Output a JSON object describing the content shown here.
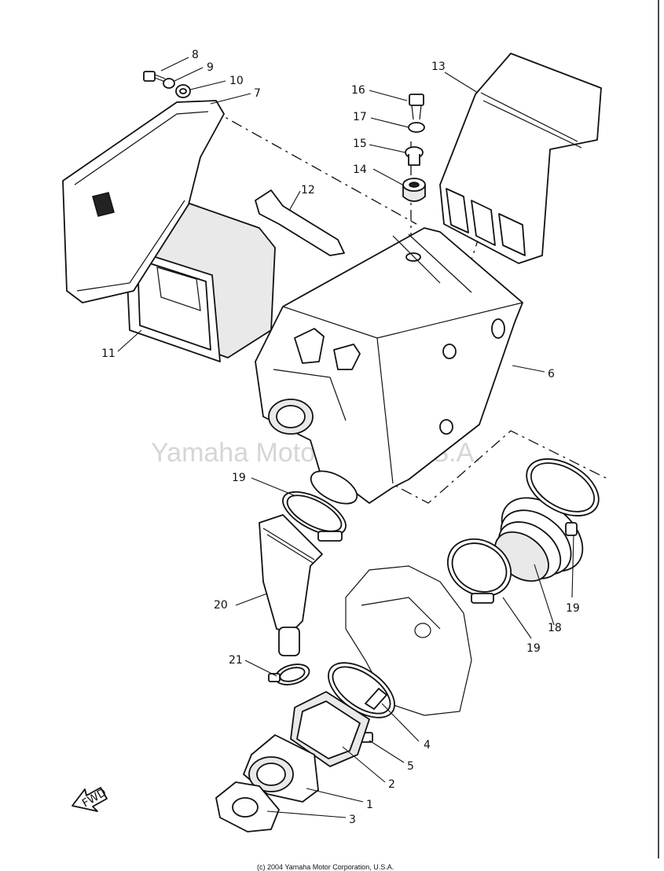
{
  "watermark": "Yamaha Motor Corp, U.S.A.",
  "copyright": "(c) 2004 Yamaha Motor Corporation, U.S.A.",
  "fwd_label": "FWD",
  "callouts": {
    "c1": "1",
    "c2": "2",
    "c3": "3",
    "c4": "4",
    "c5": "5",
    "c6": "6",
    "c7": "7",
    "c8": "8",
    "c9": "9",
    "c10": "10",
    "c11": "11",
    "c12": "12",
    "c13": "13",
    "c14": "14",
    "c15": "15",
    "c16": "16",
    "c17": "17",
    "c18": "18",
    "c19a": "19",
    "c19b": "19",
    "c19c": "19",
    "c20": "20",
    "c21": "21"
  }
}
